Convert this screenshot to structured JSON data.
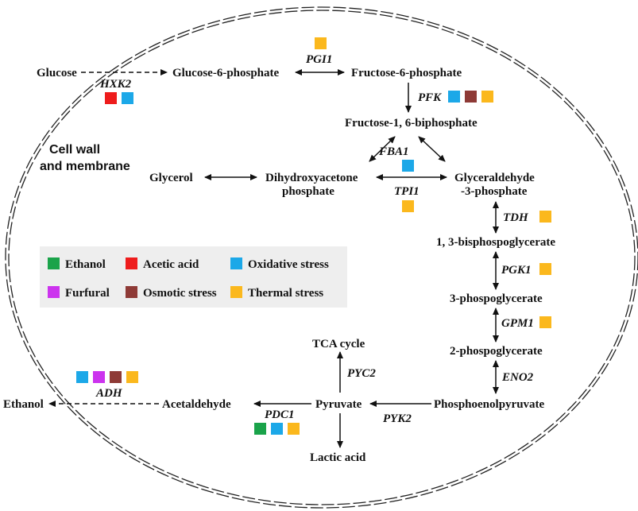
{
  "colors": {
    "ethanol": "#1aa34a",
    "acetic_acid": "#ee1c1c",
    "oxidative": "#1ca8e8",
    "furfural": "#cc33ee",
    "osmotic": "#8e3a36",
    "thermal": "#fbb81d"
  },
  "membrane_label": [
    "Cell wall",
    "and membrane"
  ],
  "metabolites": {
    "glucose": "Glucose",
    "g6p": "Glucose-6-phosphate",
    "f6p": "Fructose-6-phosphate",
    "f16bp": "Fructose-1, 6-biphosphate",
    "glycerol": "Glycerol",
    "dhap": [
      "Dihydroxyacetone",
      "phosphate"
    ],
    "gap": [
      "Glyceraldehyde",
      "-3-phosphate"
    ],
    "bpg13": "1, 3-bisphospoglycerate",
    "pg3": "3-phospoglycerate",
    "pg2": "2-phospoglycerate",
    "pep": "Phosphoenolpyruvate",
    "pyruvate": "Pyruvate",
    "tca": "TCA cycle",
    "lactic": "Lactic acid",
    "acetaldehyde": "Acetaldehyde",
    "ethanol": "Ethanol"
  },
  "enzymes": {
    "hxk2": {
      "label": "HXK2",
      "stresses": [
        "acetic_acid",
        "oxidative"
      ]
    },
    "pgi1": {
      "label": "PGI1",
      "stresses": [
        "thermal"
      ]
    },
    "pfk": {
      "label": "PFK",
      "stresses": [
        "oxidative",
        "osmotic",
        "thermal"
      ]
    },
    "fba1": {
      "label": "FBA1",
      "stresses": [
        "oxidative"
      ]
    },
    "tpi1": {
      "label": "TPI1",
      "stresses": [
        "thermal"
      ]
    },
    "tdh": {
      "label": "TDH",
      "stresses": [
        "thermal"
      ]
    },
    "pgk1": {
      "label": "PGK1",
      "stresses": [
        "thermal"
      ]
    },
    "gpm1": {
      "label": "GPM1",
      "stresses": [
        "thermal"
      ]
    },
    "eno2": {
      "label": "ENO2",
      "stresses": []
    },
    "pyk2": {
      "label": "PYK2",
      "stresses": []
    },
    "pyc2": {
      "label": "PYC2",
      "stresses": []
    },
    "pdc1": {
      "label": "PDC1",
      "stresses": [
        "ethanol",
        "oxidative",
        "thermal"
      ]
    },
    "adh": {
      "label": "ADH",
      "stresses": [
        "oxidative",
        "furfural",
        "osmotic",
        "thermal"
      ]
    }
  },
  "legend": [
    {
      "key": "ethanol",
      "label": "Ethanol"
    },
    {
      "key": "acetic_acid",
      "label": "Acetic acid"
    },
    {
      "key": "oxidative",
      "label": "Oxidative stress"
    },
    {
      "key": "furfural",
      "label": "Furfural"
    },
    {
      "key": "osmotic",
      "label": "Osmotic stress"
    },
    {
      "key": "thermal",
      "label": "Thermal stress"
    }
  ]
}
